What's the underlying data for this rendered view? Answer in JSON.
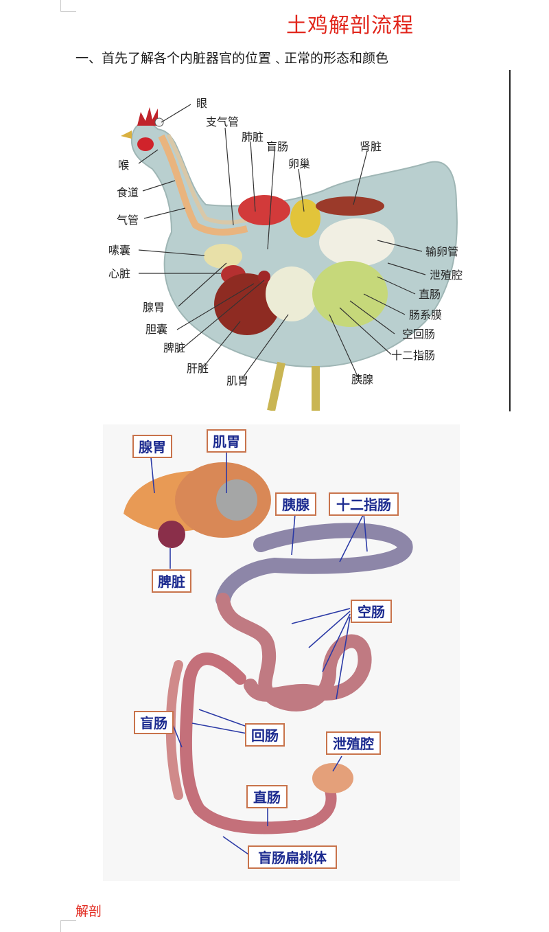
{
  "page": {
    "title": "土鸡解剖流程",
    "section_heading": "一、首先了解各个内脏器官的位置﹑正常的形态和颜色",
    "footer_text": "解剖"
  },
  "figure1": {
    "labels": [
      "眼",
      "支气管",
      "肺脏",
      "盲肠",
      "肾脏",
      "卵巢",
      "喉",
      "食道",
      "气管",
      "嗉囊",
      "心脏",
      "腺胃",
      "胆囊",
      "脾脏",
      "肝脏",
      "肌胃",
      "胰腺",
      "十二指肠",
      "空回肠",
      "肠系膜",
      "直肠",
      "泄殖腔",
      "输卵管"
    ]
  },
  "figure2": {
    "labels": [
      "腺胃",
      "肌胃",
      "胰腺",
      "十二指肠",
      "脾脏",
      "空肠",
      "盲肠",
      "回肠",
      "泄殖腔",
      "直肠",
      "盲肠扁桃体"
    ]
  }
}
